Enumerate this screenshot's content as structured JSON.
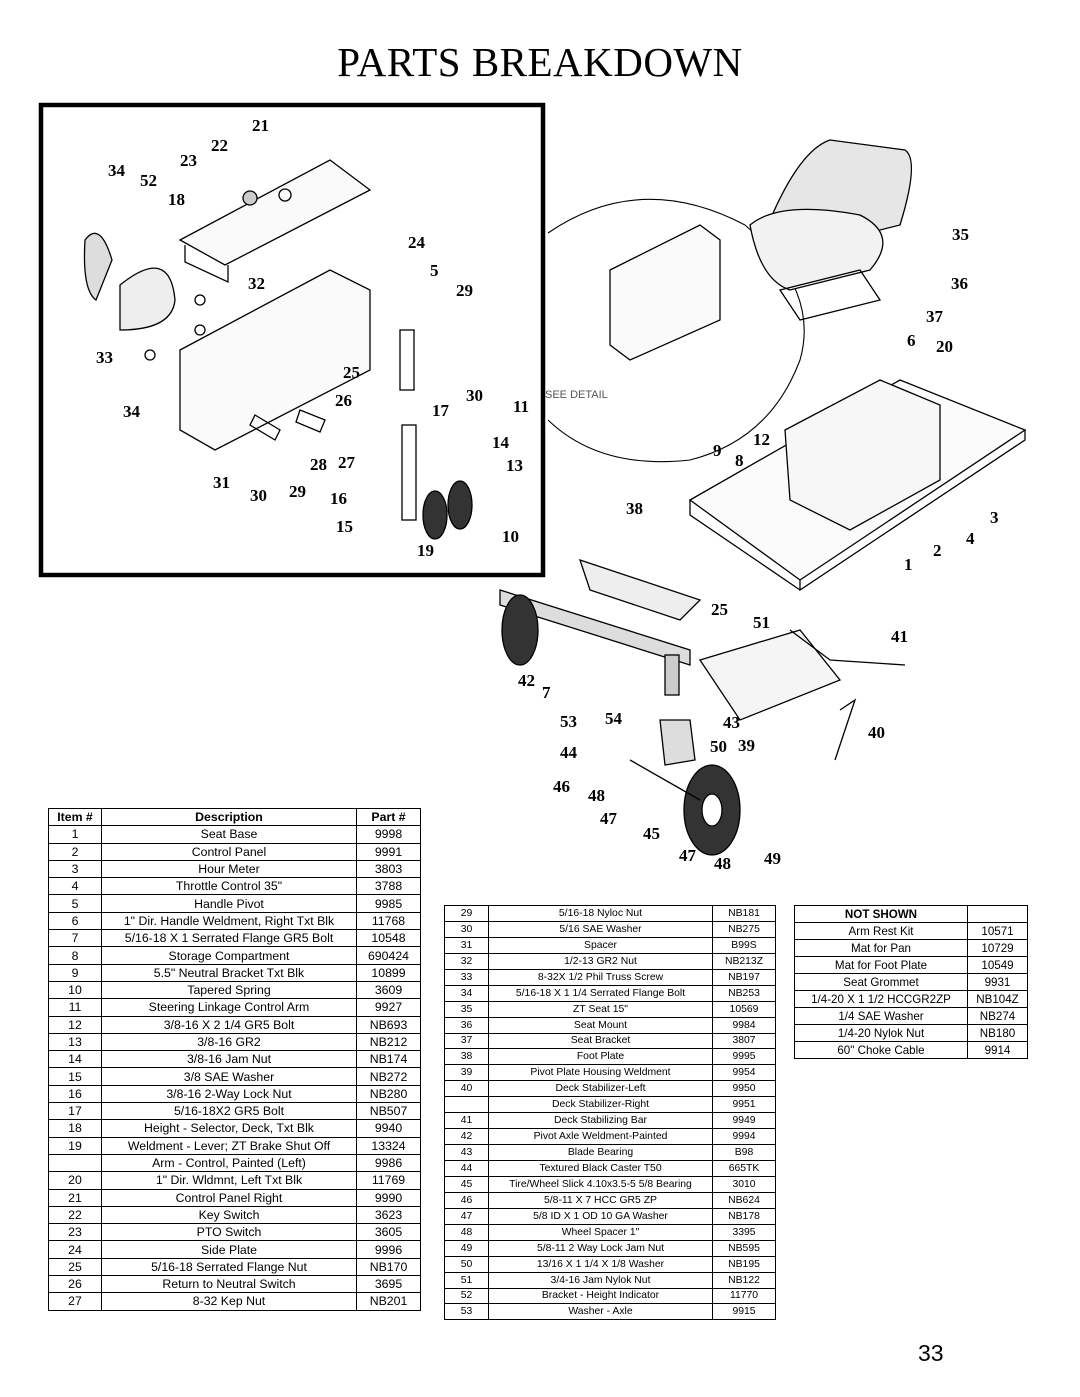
{
  "page": {
    "title": "PARTS BREAKDOWN",
    "page_number": "33",
    "see_detail": "SEE DETAIL"
  },
  "callouts": {
    "detail": [
      "21",
      "22",
      "23",
      "34",
      "52",
      "18",
      "24",
      "5",
      "29",
      "32",
      "33",
      "25",
      "26",
      "17",
      "30",
      "11",
      "34",
      "14",
      "13",
      "28",
      "27",
      "31",
      "30",
      "29",
      "16",
      "15",
      "10",
      "19"
    ],
    "main": [
      "35",
      "36",
      "37",
      "6",
      "20",
      "9",
      "12",
      "8",
      "38",
      "3",
      "4",
      "2",
      "1",
      "25",
      "51",
      "41",
      "42",
      "7",
      "53",
      "54",
      "43",
      "40",
      "44",
      "50",
      "39",
      "46",
      "48",
      "47",
      "45",
      "47",
      "48",
      "49"
    ]
  },
  "table1": {
    "headers": [
      "Item #",
      "Description",
      "Part #"
    ],
    "rows": [
      [
        "1",
        "Seat Base",
        "9998"
      ],
      [
        "2",
        "Control Panel",
        "9991"
      ],
      [
        "3",
        "Hour Meter",
        "3803"
      ],
      [
        "4",
        "Throttle Control 35\"",
        "3788"
      ],
      [
        "5",
        "Handle Pivot",
        "9985"
      ],
      [
        "6",
        "1\" Dir. Handle Weldment, Right Txt Blk",
        "11768"
      ],
      [
        "7",
        "5/16-18 X 1 Serrated Flange GR5 Bolt",
        "10548"
      ],
      [
        "8",
        "Storage Compartment",
        "690424"
      ],
      [
        "9",
        "5.5\" Neutral Bracket Txt Blk",
        "10899"
      ],
      [
        "10",
        "Tapered Spring",
        "3609"
      ],
      [
        "11",
        "Steering Linkage Control Arm",
        "9927"
      ],
      [
        "12",
        "3/8-16 X 2 1/4 GR5 Bolt",
        "NB693"
      ],
      [
        "13",
        "3/8-16 GR2",
        "NB212"
      ],
      [
        "14",
        "3/8-16 Jam Nut",
        "NB174"
      ],
      [
        "15",
        "3/8 SAE Washer",
        "NB272"
      ],
      [
        "16",
        "3/8-16 2-Way Lock Nut",
        "NB280"
      ],
      [
        "17",
        "5/16-18X2 GR5 Bolt",
        "NB507"
      ],
      [
        "18",
        "Height - Selector, Deck, Txt Blk",
        "9940"
      ],
      [
        "19",
        "Weldment - Lever; ZT Brake Shut Off",
        "13324"
      ],
      [
        "",
        "Arm - Control, Painted (Left)",
        "9986"
      ],
      [
        "20",
        "1\" Dir. Wldmnt, Left Txt Blk",
        "11769"
      ],
      [
        "21",
        "Control Panel Right",
        "9990"
      ],
      [
        "22",
        "Key Switch",
        "3623"
      ],
      [
        "23",
        "PTO Switch",
        "3605"
      ],
      [
        "24",
        "Side Plate",
        "9996"
      ],
      [
        "25",
        "5/16-18 Serrated Flange Nut",
        "NB170"
      ],
      [
        "26",
        "Return to Neutral Switch",
        "3695"
      ],
      [
        "27",
        "8-32 Kep Nut",
        "NB201"
      ]
    ]
  },
  "table2": {
    "rows": [
      [
        "29",
        "5/16-18 Nyloc Nut",
        "NB181"
      ],
      [
        "30",
        "5/16 SAE Washer",
        "NB275"
      ],
      [
        "31",
        "Spacer",
        "B99S"
      ],
      [
        "32",
        "1/2-13 GR2 Nut",
        "NB213Z"
      ],
      [
        "33",
        "8-32X 1/2 Phil Truss Screw",
        "NB197"
      ],
      [
        "34",
        "5/16-18 X 1 1/4 Serrated Flange Bolt",
        "NB253"
      ],
      [
        "35",
        "ZT Seat 15\"",
        "10569"
      ],
      [
        "36",
        "Seat Mount",
        "9984"
      ],
      [
        "37",
        "Seat Bracket",
        "3807"
      ],
      [
        "38",
        "Foot Plate",
        "9995"
      ],
      [
        "39",
        "Pivot Plate Housing Weldment",
        "9954"
      ],
      [
        "40",
        "Deck Stabilizer-Left",
        "9950"
      ],
      [
        "",
        "Deck Stabilizer-Right",
        "9951"
      ],
      [
        "41",
        "Deck Stabilizing Bar",
        "9949"
      ],
      [
        "42",
        "Pivot Axle Weldment-Painted",
        "9994"
      ],
      [
        "43",
        "Blade Bearing",
        "B98"
      ],
      [
        "44",
        "Textured Black Caster T50",
        "665TK"
      ],
      [
        "45",
        "Tire/Wheel Slick 4.10x3.5-5 5/8 Bearing",
        "3010"
      ],
      [
        "46",
        "5/8-11 X 7 HCC GR5 ZP",
        "NB624"
      ],
      [
        "47",
        "5/8 ID X 1 OD 10 GA Washer",
        "NB178"
      ],
      [
        "48",
        "Wheel Spacer 1\"",
        "3395"
      ],
      [
        "49",
        "5/8-11 2 Way Lock Jam Nut",
        "NB595"
      ],
      [
        "50",
        "13/16 X 1 1/4 X 1/8 Washer",
        "NB195"
      ],
      [
        "51",
        "3/4-16 Jam Nylok Nut",
        "NB122"
      ],
      [
        "52",
        "Bracket - Height Indicator",
        "11770"
      ],
      [
        "53",
        "Washer - Axle",
        "9915"
      ]
    ]
  },
  "table3": {
    "header": "NOT SHOWN",
    "rows": [
      [
        "Arm Rest Kit",
        "10571"
      ],
      [
        "Mat for Pan",
        "10729"
      ],
      [
        "Mat for Foot Plate",
        "10549"
      ],
      [
        "Seat Grommet",
        "9931"
      ],
      [
        "1/4-20 X 1 1/2 HCCGR2ZP",
        "NB104Z"
      ],
      [
        "1/4 SAE Washer",
        "NB274"
      ],
      [
        "1/4-20 Nylok Nut",
        "NB180"
      ],
      [
        "60\" Choke Cable",
        "9914"
      ]
    ]
  }
}
